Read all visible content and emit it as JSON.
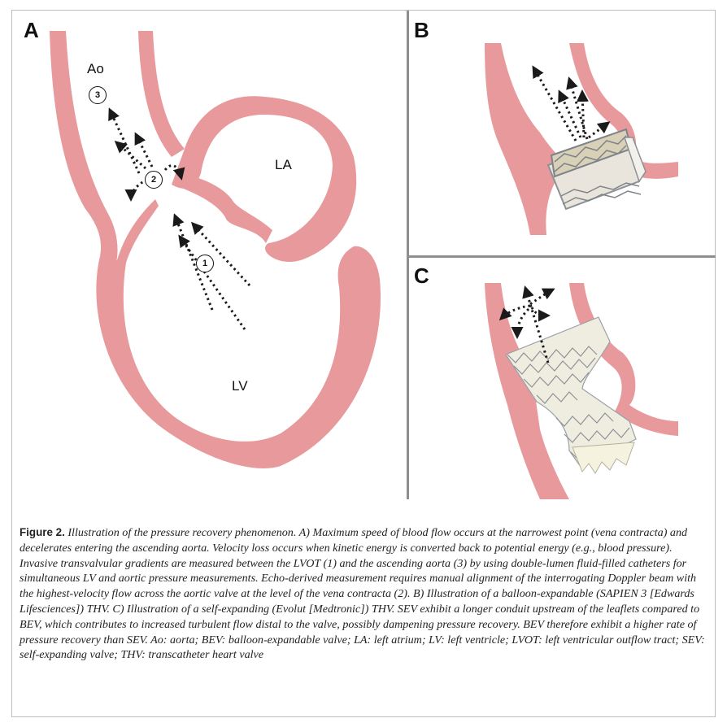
{
  "panels": {
    "a": {
      "label": "A",
      "ao": "Ao",
      "la": "LA",
      "lv": "LV"
    },
    "b": {
      "label": "B"
    },
    "c": {
      "label": "C"
    }
  },
  "markers": [
    "1",
    "2",
    "3"
  ],
  "colors": {
    "tissue": "#e8999c",
    "arrow": "#1a1a1a",
    "border": "#bdbdbd",
    "divider": "#8e8e8e",
    "valve_frame": "#9aa0a6",
    "valve_leaflet": "#ece6cf"
  },
  "caption": {
    "title": "Figure 2.",
    "text": "Illustration of the pressure recovery phenomenon. A) Maximum speed of blood flow occurs at the narrowest point (vena contracta) and decelerates entering the ascending aorta. Velocity loss occurs when kinetic energy is converted back to potential energy (e.g., blood pressure). Invasive transvalvular gradients are measured between the LVOT (1) and the ascending aorta (3) by using double-lumen fluid-filled catheters for simultaneous LV and aortic pressure measurements. Echo-derived measurement requires manual alignment of the interrogating Doppler beam with the highest-velocity flow across the aortic valve at the level of the vena contracta (2). B) Illustration of a balloon-expandable (SAPIEN 3 [Edwards Lifesciences]) THV. C) Illustration of a self-expanding (Evolut [Medtronic]) THV. SEV exhibit a longer conduit upstream of the leaflets compared to BEV, which contributes to increased turbulent flow distal to the valve, possibly dampening pressure recovery. BEV therefore exhibit a higher rate of pressure recovery than SEV. Ao: aorta; BEV: balloon-expandable valve; LA: left atrium; LV: left ventricle; LVOT: left ventricular outflow tract; SEV: self-expanding valve; THV: transcatheter heart valve"
  }
}
